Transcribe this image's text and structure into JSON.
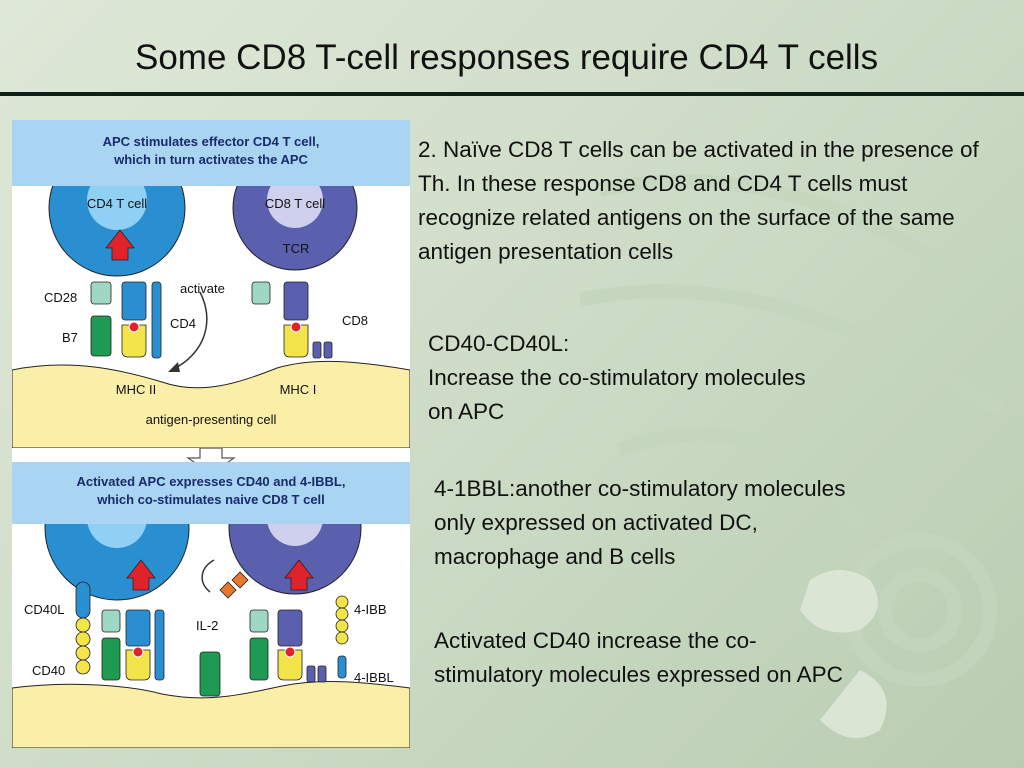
{
  "slide": {
    "title": "Some CD8 T-cell responses require CD4 T cells",
    "paragraphs": [
      "2. Naïve CD8 T cells can be activated in the presence of Th. In these response CD8 and CD4 T cells must recognize related antigens on the surface of the same antigen presentation cells",
      "CD40-CD40L:\nIncrease the co-stimulatory molecules on APC",
      "4-1BBL:another co-stimulatory molecules only expressed on activated DC, macrophage and B cells",
      "Activated CD40 increase the co-stimulatory molecules expressed on APC"
    ]
  },
  "figure": {
    "top_panel": {
      "header_line1": "APC stimulates effector CD4 T cell,",
      "header_line2": "which in turn activates the APC",
      "cd4_cell": "CD4 T cell",
      "cd8_cell": "CD8 T cell",
      "tcr": "TCR",
      "cd28": "CD28",
      "b7": "B7",
      "cd4": "CD4",
      "activate": "activate",
      "cd8": "CD8",
      "mhc2": "MHC II",
      "mhc1": "MHC I",
      "apc": "antigen-presenting cell"
    },
    "bottom_panel": {
      "header_line1": "Activated APC expresses CD40 and 4-IBBL,",
      "header_line2": "which co-stimulates naive CD8 T cell",
      "cd40l": "CD40L",
      "il2": "IL-2",
      "ibb": "4-IBB",
      "cd40": "CD40",
      "ibbl": "4-IBBL"
    },
    "colors": {
      "header_bg": "#a9d4f2",
      "cd4_cell": "#2a8fd0",
      "cd8_cell": "#5a5fae",
      "apc": "#fbeea7",
      "red_arrow": "#e0222a",
      "green": "#1f9a52",
      "yellow": "#f3e44a",
      "mint": "#9ed7c4"
    }
  }
}
